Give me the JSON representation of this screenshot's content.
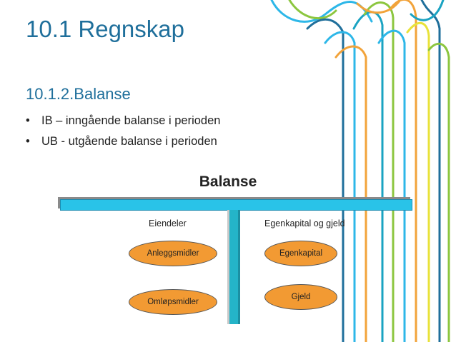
{
  "slide": {
    "title": "10.1 Regnskap",
    "subtitle": "10.1.2.Balanse",
    "bullets": [
      "IB – inngående balanse i perioden",
      "UB - utgående balanse i perioden"
    ],
    "bullet_glyph": "•"
  },
  "diagram": {
    "title": "Balanse",
    "left_label": "Eiendeler",
    "right_label": "Egenkapital og gjeld",
    "left_items": [
      "Anleggsmidler",
      "Omløpsmidler"
    ],
    "right_items": [
      "Egenkapital",
      "Gjeld"
    ]
  },
  "colors": {
    "title": "#1f6f9b",
    "beam": "#29c3e8",
    "ellipse": "#f29a33",
    "deco_lines": [
      "#2db7e8",
      "#1f6f9b",
      "#8cc63f",
      "#f2a33a",
      "#e8e23a",
      "#1aa3c2"
    ]
  }
}
